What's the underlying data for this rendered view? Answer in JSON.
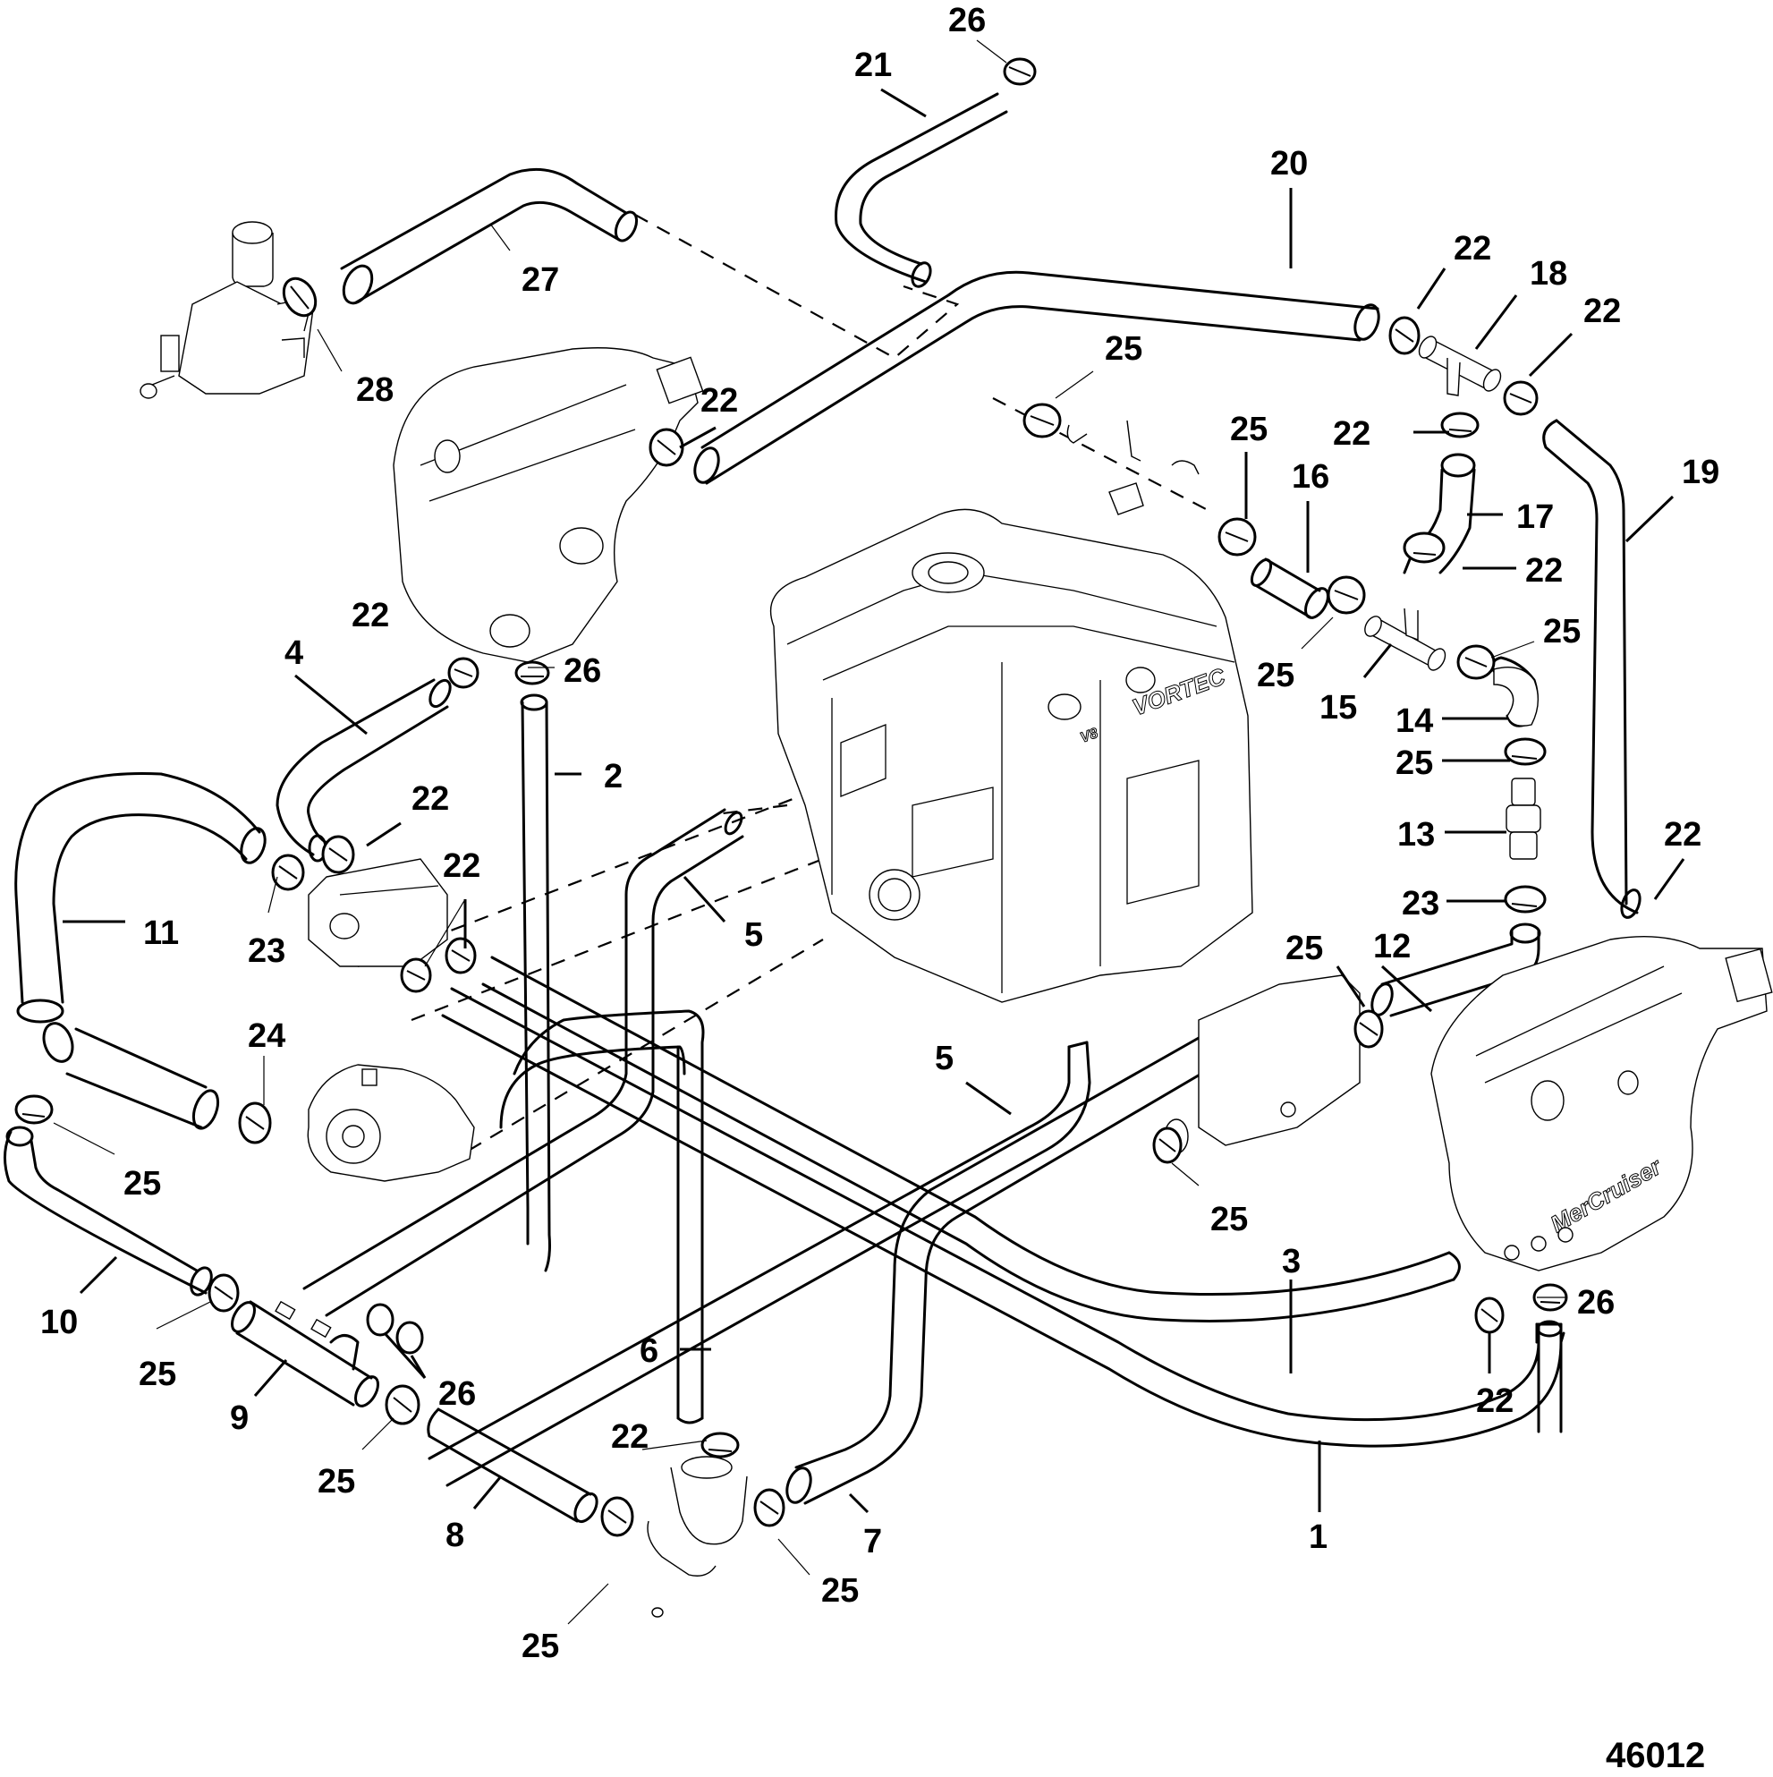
{
  "diagram": {
    "title": "Cooling system hoses and clamps (exploded view)",
    "figure_number": "46012",
    "manifold_emboss": "MerCruiser",
    "engine_emboss": "VORTEC",
    "engine_v_badge": "V8"
  },
  "callouts": [
    {
      "id": "c26a",
      "label": "26"
    },
    {
      "id": "c21",
      "label": "21"
    },
    {
      "id": "c20",
      "label": "20"
    },
    {
      "id": "c27",
      "label": "27"
    },
    {
      "id": "c28",
      "label": "28"
    },
    {
      "id": "c22a",
      "label": "22"
    },
    {
      "id": "c18",
      "label": "18"
    },
    {
      "id": "c22b",
      "label": "22"
    },
    {
      "id": "c25a",
      "label": "25"
    },
    {
      "id": "c22c",
      "label": "22"
    },
    {
      "id": "c25b",
      "label": "25"
    },
    {
      "id": "c22d",
      "label": "22"
    },
    {
      "id": "c19",
      "label": "19"
    },
    {
      "id": "c16",
      "label": "16"
    },
    {
      "id": "c17",
      "label": "17"
    },
    {
      "id": "c22e",
      "label": "22"
    },
    {
      "id": "c22f",
      "label": "22"
    },
    {
      "id": "c25c",
      "label": "25"
    },
    {
      "id": "c25d",
      "label": "25"
    },
    {
      "id": "c15",
      "label": "15"
    },
    {
      "id": "c4",
      "label": "4"
    },
    {
      "id": "c26b",
      "label": "26"
    },
    {
      "id": "c14",
      "label": "14"
    },
    {
      "id": "c2",
      "label": "2"
    },
    {
      "id": "c25e",
      "label": "25"
    },
    {
      "id": "c22g",
      "label": "22"
    },
    {
      "id": "c13",
      "label": "13"
    },
    {
      "id": "c22h",
      "label": "22"
    },
    {
      "id": "c22i",
      "label": "22"
    },
    {
      "id": "c11",
      "label": "11"
    },
    {
      "id": "c23a",
      "label": "23"
    },
    {
      "id": "c5a",
      "label": "5"
    },
    {
      "id": "c23b",
      "label": "23"
    },
    {
      "id": "c12",
      "label": "12"
    },
    {
      "id": "c25f",
      "label": "25"
    },
    {
      "id": "c24",
      "label": "24"
    },
    {
      "id": "c5b",
      "label": "5"
    },
    {
      "id": "c25g",
      "label": "25"
    },
    {
      "id": "c25h",
      "label": "25"
    },
    {
      "id": "c26c",
      "label": "26"
    },
    {
      "id": "c3",
      "label": "3"
    },
    {
      "id": "c10",
      "label": "10"
    },
    {
      "id": "c25i",
      "label": "25"
    },
    {
      "id": "c6",
      "label": "6"
    },
    {
      "id": "c26d",
      "label": "26"
    },
    {
      "id": "c22j",
      "label": "22"
    },
    {
      "id": "c9",
      "label": "9"
    },
    {
      "id": "c22k",
      "label": "22"
    },
    {
      "id": "c25j",
      "label": "25"
    },
    {
      "id": "c8",
      "label": "8"
    },
    {
      "id": "c7",
      "label": "7"
    },
    {
      "id": "c25k",
      "label": "25"
    },
    {
      "id": "c25l",
      "label": "25"
    },
    {
      "id": "c1",
      "label": "1"
    }
  ],
  "parts_legend": [
    {
      "ref": "1",
      "name": "hose"
    },
    {
      "ref": "2",
      "name": "hose"
    },
    {
      "ref": "3",
      "name": "hose"
    },
    {
      "ref": "4",
      "name": "hose"
    },
    {
      "ref": "5",
      "name": "hose"
    },
    {
      "ref": "6",
      "name": "hose"
    },
    {
      "ref": "7",
      "name": "hose"
    },
    {
      "ref": "8",
      "name": "hose"
    },
    {
      "ref": "9",
      "name": "hose with fittings"
    },
    {
      "ref": "10",
      "name": "hose"
    },
    {
      "ref": "11",
      "name": "hose"
    },
    {
      "ref": "12",
      "name": "hose"
    },
    {
      "ref": "13",
      "name": "fitting"
    },
    {
      "ref": "14",
      "name": "elbow hose"
    },
    {
      "ref": "15",
      "name": "tee fitting"
    },
    {
      "ref": "16",
      "name": "hose"
    },
    {
      "ref": "17",
      "name": "hose"
    },
    {
      "ref": "18",
      "name": "tee fitting"
    },
    {
      "ref": "19",
      "name": "hose"
    },
    {
      "ref": "20",
      "name": "hose"
    },
    {
      "ref": "21",
      "name": "hose"
    },
    {
      "ref": "22",
      "name": "hose clamp"
    },
    {
      "ref": "23",
      "name": "hose clamp"
    },
    {
      "ref": "24",
      "name": "hose clamp"
    },
    {
      "ref": "25",
      "name": "hose clamp"
    },
    {
      "ref": "26",
      "name": "hose clamp"
    },
    {
      "ref": "27",
      "name": "hose"
    },
    {
      "ref": "28",
      "name": "hose clamp"
    }
  ]
}
